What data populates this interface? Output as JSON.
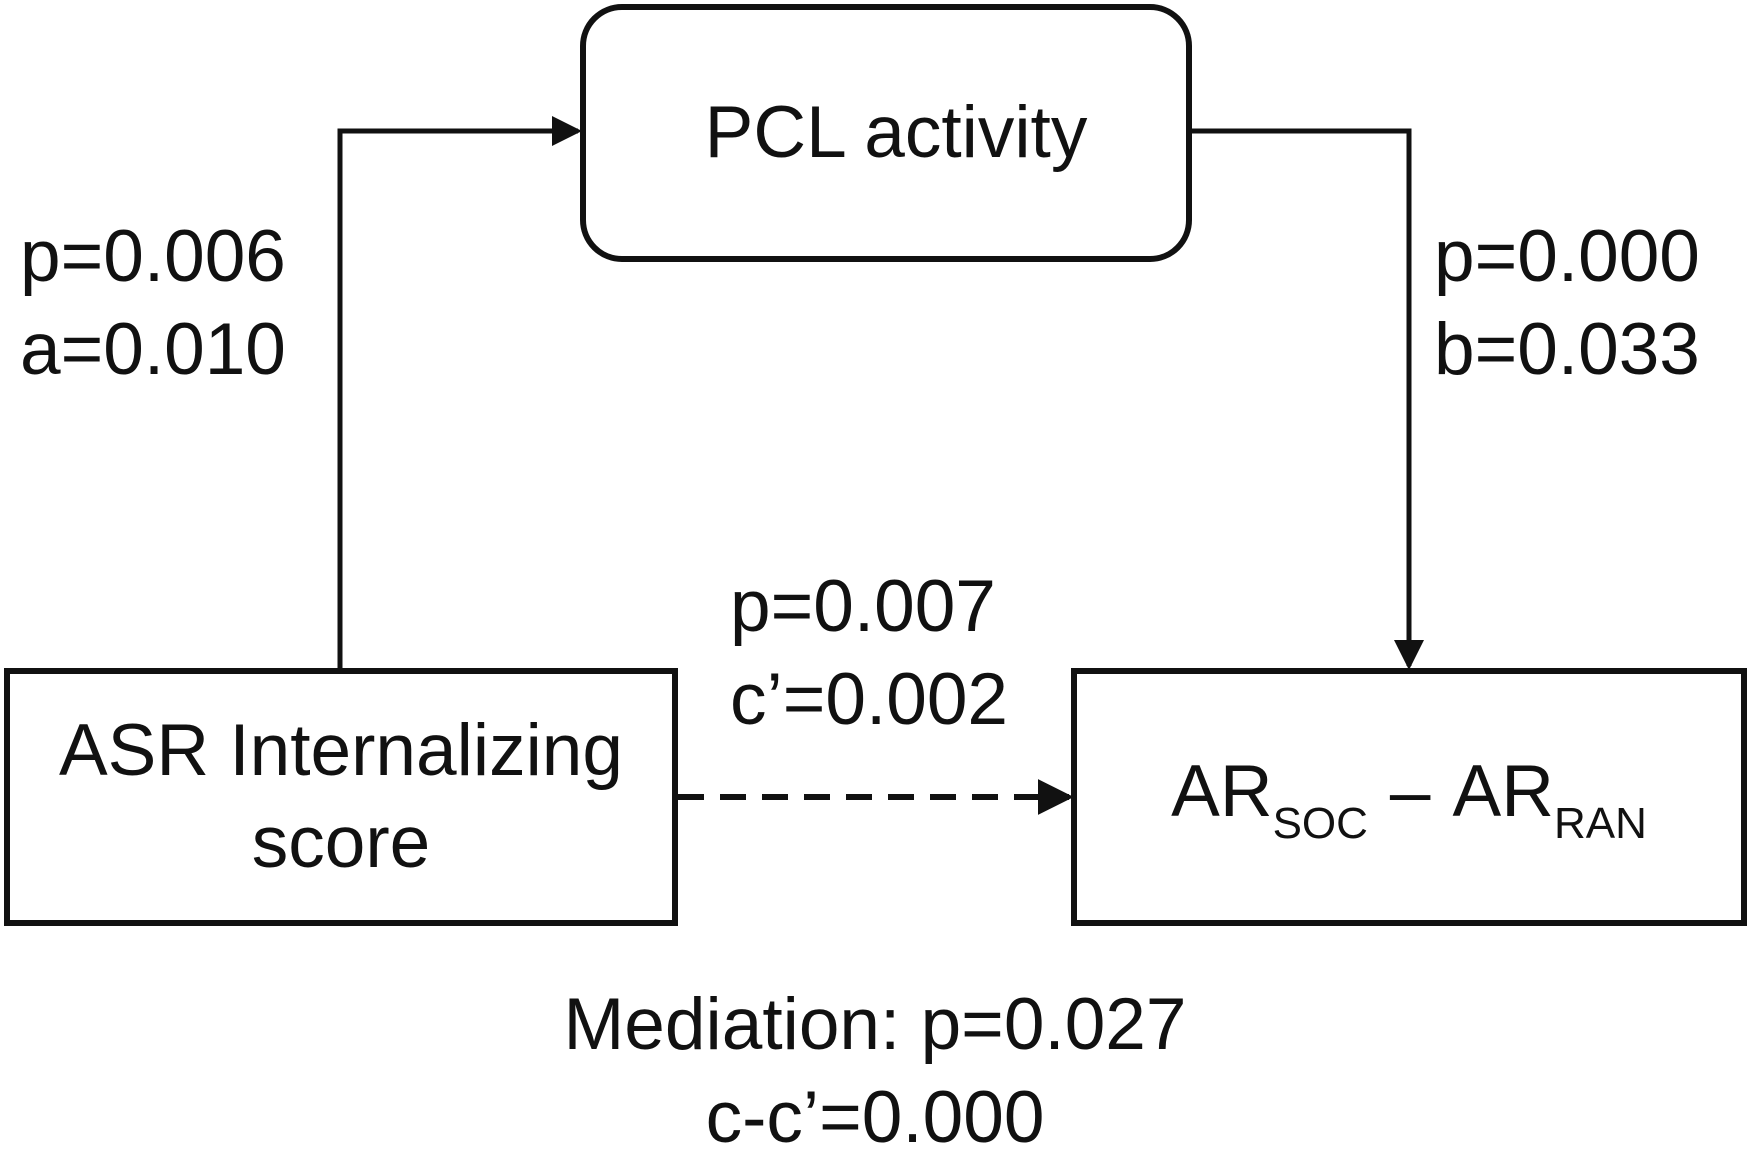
{
  "nodes": {
    "mediator": {
      "label": "PCL activity"
    },
    "predictor": {
      "line1": "ASR Internalizing",
      "line2": "score"
    },
    "outcome": {
      "term1_main": "AR",
      "term1_sub": "SOC",
      "operator": "–",
      "term2_main": "AR",
      "term2_sub": "RAN"
    }
  },
  "paths": {
    "a": {
      "p": "p=0.006",
      "coef": "a=0.010",
      "style": "solid"
    },
    "b": {
      "p": "p=0.000",
      "coef": "b=0.033",
      "style": "solid"
    },
    "c_prime": {
      "p": "p=0.007",
      "coef": "c’=0.002",
      "style": "dashed"
    }
  },
  "mediation": {
    "line1": "Mediation: p=0.027",
    "line2": "c-c’=0.000"
  },
  "colors": {
    "stroke": "#111111",
    "background": "#ffffff"
  }
}
